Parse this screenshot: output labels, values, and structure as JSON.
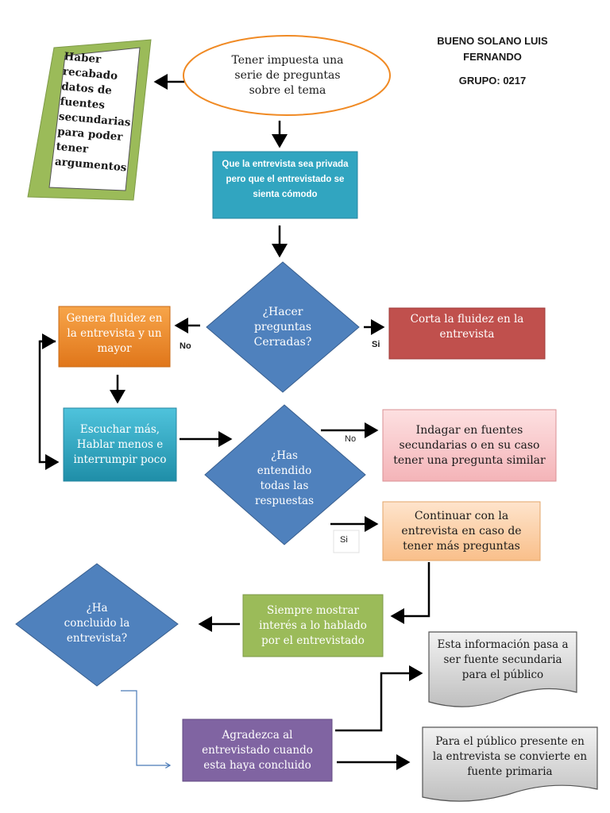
{
  "header": {
    "author": "BUENO SOLANO LUIS FERNANDO",
    "group": "GRUPO: 0217"
  },
  "nodes": {
    "start": "Tener impuesta una serie de preguntas sobre el tema",
    "side_note": "Haber recabado datos de fuentes secundarias para poder tener argumentos",
    "private": "Que la entrevista sea privada pero que el entrevistado se sienta cómodo",
    "q_closed": "¿Hacer preguntas Cerradas?",
    "fluency_cut": "Corta la fluidez en la entrevista",
    "fluency_gen": "Genera fluidez en la entrevista y un mayor",
    "listen": "Escuchar más, Hablar menos e interrumpir poco",
    "q_understood": "¿Has entendido todas las respuestas",
    "investigate": "Indagar en fuentes secundarias o en su caso tener una pregunta similar",
    "continue": "Continuar con la entrevista en caso de tener más preguntas",
    "interest": "Siempre mostrar interés a lo hablado por el entrevistado",
    "q_concluded": "¿Ha concluido la entrevista?",
    "thank": "Agradezca al entrevistado cuando esta haya concluido",
    "doc_secondary": "Esta información pasa a ser fuente secundaria para el público",
    "doc_primary": "Para el público presente en la entrevista se convierte en fuente primaria"
  },
  "labels": {
    "no1": "No",
    "si1": "Si",
    "no2": "No",
    "si2": "Si"
  },
  "colors": {
    "blue_diamond": "#4f81bd",
    "teal": "#31a5c0",
    "red": "#c0504d",
    "orange": "#f08a24",
    "pink": "#f9c9cb",
    "peach": "#fcd5b4",
    "green": "#9bbb59",
    "purple": "#8064a2",
    "gray_doc": "#d9d9d9"
  }
}
